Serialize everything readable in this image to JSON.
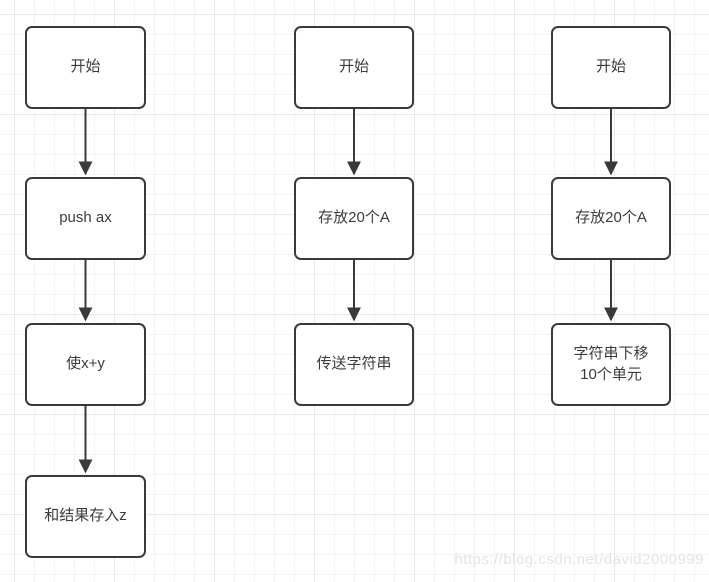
{
  "page": {
    "watermark": "https://blog.csdn.net/david2000999"
  },
  "colors": {
    "background": "#ffffff",
    "grid_minor": "#f4f4f4",
    "grid_major": "#e9e9e9",
    "node_fill": "#ffffff",
    "node_border": "#3a3a3a",
    "node_text": "#3c3c3c",
    "arrow": "#3a3a3a",
    "watermark_text": "#e4e4e4"
  },
  "diagram": {
    "type": "flowchart",
    "columns": [
      {
        "name": "flow-1",
        "nodes": [
          "开始",
          "push ax",
          "使x+y",
          "和结果存入z"
        ]
      },
      {
        "name": "flow-2",
        "nodes": [
          "开始",
          "存放20个A",
          "传送字符串"
        ]
      },
      {
        "name": "flow-3",
        "nodes": [
          "开始",
          "存放20个A",
          "字符串下移\n10个单元"
        ]
      }
    ]
  }
}
